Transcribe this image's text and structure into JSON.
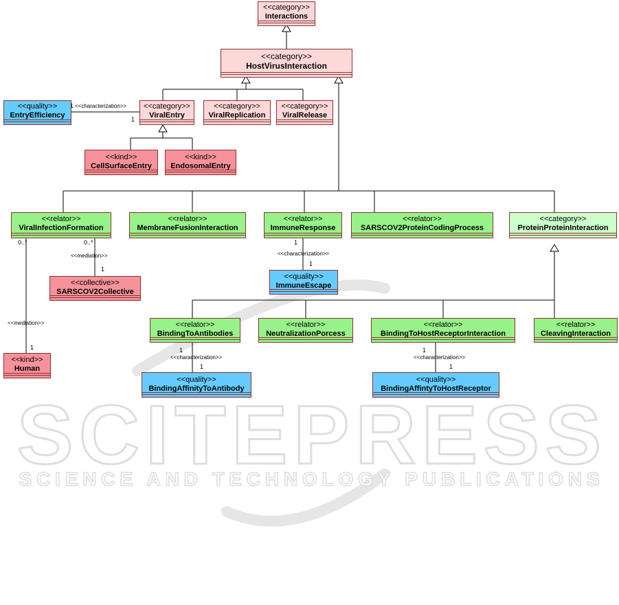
{
  "watermark": {
    "brand": "SCITEPRESS",
    "tagline": "SCIENCE AND TECHNOLOGY PUBLICATIONS"
  },
  "colors": {
    "category": "#fdd8d8",
    "kind": "#f7929a",
    "relator": "#98f28a",
    "quality": "#66ccff",
    "light_green": "#ccffcc",
    "border": "#8a3030",
    "watermark": "#e2e2e2"
  },
  "nodes": {
    "interactions": {
      "stereotype": "<<category>>",
      "name": "Interactions"
    },
    "host_virus_interaction": {
      "stereotype": "<<category>>",
      "name": "HostVirusInteraction"
    },
    "entry_efficiency": {
      "stereotype": "<<quality>>",
      "name": "EntryEfficiency"
    },
    "viral_entry": {
      "stereotype": "<<category>>",
      "name": "ViralEntry"
    },
    "viral_replication": {
      "stereotype": "<<category>>",
      "name": "ViralReplication"
    },
    "viral_release": {
      "stereotype": "<<category>>",
      "name": "ViralRelease"
    },
    "cell_surface_entry": {
      "stereotype": "<<kind>>",
      "name": "CellSurfaceEntry"
    },
    "endosomal_entry": {
      "stereotype": "<<kind>>",
      "name": "EndosomalEntry"
    },
    "viral_infection_formation": {
      "stereotype": "<<relator>>",
      "name": "ViralInfectionFormation"
    },
    "membrane_fusion_interaction": {
      "stereotype": "<<relator>>",
      "name": "MembraneFusionInteraction"
    },
    "immune_response": {
      "stereotype": "<<relator>>",
      "name": "ImmuneResponse"
    },
    "sarscov2_protein_coding_process": {
      "stereotype": "<<relator>>",
      "name": "SARSCOV2ProteinCodingProcess"
    },
    "protein_protein_interaction": {
      "stereotype": "<<category>>",
      "name": "ProteinProteinInteraction"
    },
    "sarscov2_collective": {
      "stereotype": "<<collective>>",
      "name": "SARSCOV2Collective"
    },
    "immune_escape": {
      "stereotype": "<<quality>>",
      "name": "ImmuneEscape"
    },
    "human": {
      "stereotype": "<<kind>>",
      "name": "Human"
    },
    "binding_to_antibodies": {
      "stereotype": "<<relator>>",
      "name": "BindingToAntibodies"
    },
    "neutralization_porcess": {
      "stereotype": "<<relator>>",
      "name": "NeutralizationPorcess"
    },
    "binding_to_host_receptor_interaction": {
      "stereotype": "<<relator>>",
      "name": "BindingToHostReceptorInteraction"
    },
    "cleaving_interaction": {
      "stereotype": "<<relator>>",
      "name": "CleavingInteraction"
    },
    "binding_affinity_to_antibody": {
      "stereotype": "<<quality>>",
      "name": "BindingAffinityToAntibody"
    },
    "binding_affinty_to_host_receptor": {
      "stereotype": "<<quality>>",
      "name": "BindingAffintyToHostReceptor"
    }
  },
  "labels": {
    "characterization": "<<characterization>>",
    "mediation": "<<mediation>>",
    "one": "1",
    "many": "0..*"
  }
}
